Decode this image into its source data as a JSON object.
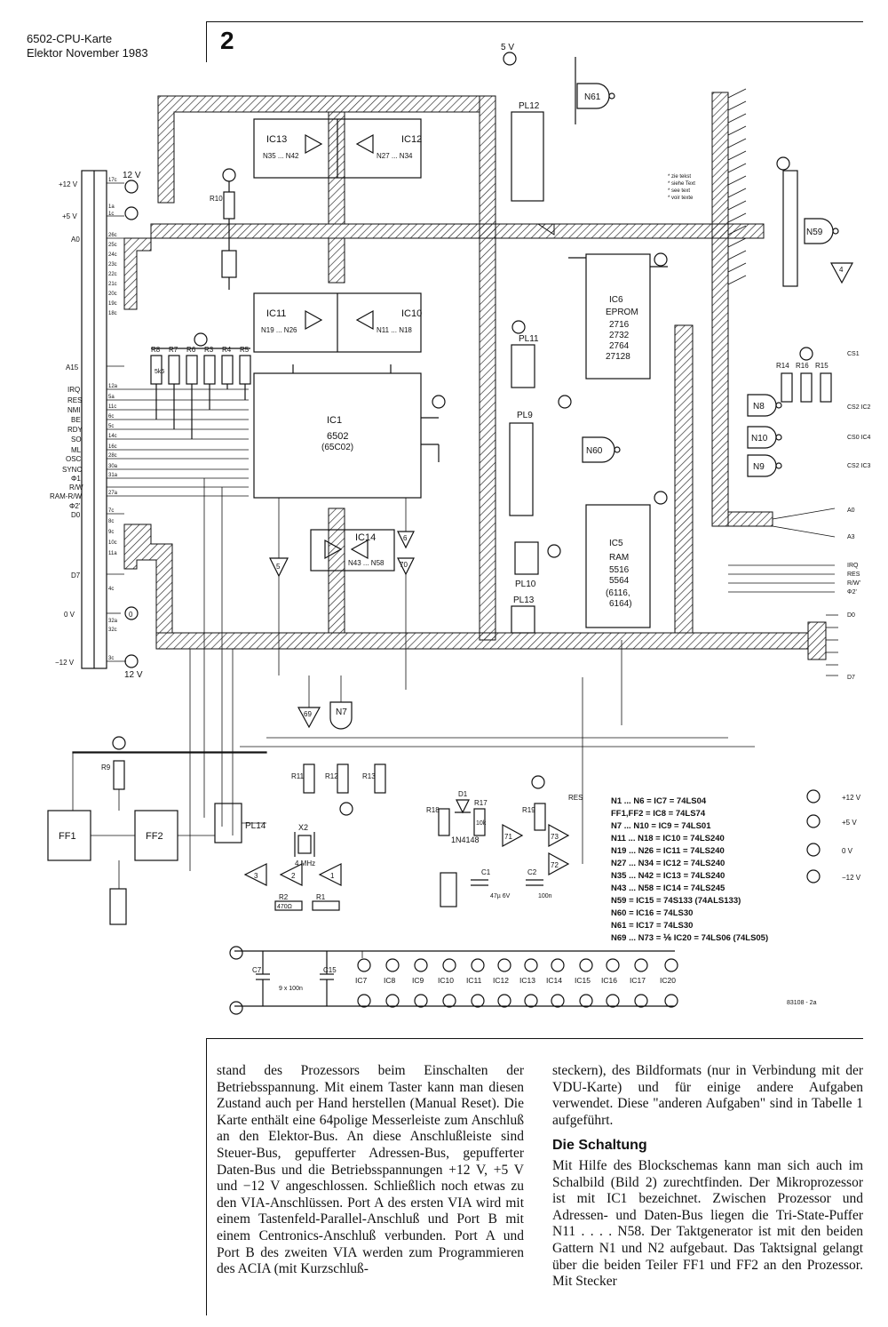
{
  "header": {
    "title": "6502-CPU-Karte",
    "issue": "Elektor November 1983",
    "figure_number": "2"
  },
  "schematic": {
    "chips": {
      "ic13": "IC13",
      "ic12": "IC12",
      "ic11": "IC11",
      "ic10": "IC10",
      "ic1": "IC1",
      "ic1_part": "6502",
      "ic1_alt": "(65C02)",
      "ic14": "IC14",
      "ic6": "IC6",
      "ic6_type": "EPROM",
      "ic6_parts": [
        "2716",
        "2732",
        "2764",
        "27128"
      ],
      "ic5": "IC5",
      "ic5_type": "RAM",
      "ic5_parts": [
        "5516",
        "5564",
        "(6116,",
        "6164)"
      ]
    },
    "gate_ranges": {
      "ic13": "N35 ... N42",
      "ic12": "N27 ... N34",
      "ic11": "N19 ... N26",
      "ic10": "N11 ... N18",
      "ic14": "N43 ... N58"
    },
    "gates": [
      "N61",
      "N59",
      "N8",
      "N10",
      "N9",
      "N60",
      "N7",
      "5",
      "6",
      "70",
      "69",
      "4",
      "71",
      "73",
      "72",
      "1",
      "2",
      "3"
    ],
    "connectors": [
      "PL12",
      "PL11",
      "PL9",
      "PL10",
      "PL13",
      "PL14"
    ],
    "flipflops": [
      "FF1",
      "FF2"
    ],
    "resistors": [
      "R10",
      "R9",
      "R8",
      "R7",
      "R6",
      "R3",
      "R4",
      "R5",
      "R14",
      "R16",
      "R15",
      "R11",
      "R12",
      "R13",
      "R18",
      "R17",
      "R19",
      "R2",
      "R1"
    ],
    "resistor_values": [
      "5k6",
      "470Ω",
      "10k"
    ],
    "misc_parts": {
      "crystal": "X2",
      "crystal_freq": "4 MHz",
      "diode": "D1",
      "diode_part": "1N4148",
      "c1": "C1",
      "c1_value": "47µ 6V",
      "c2": "C2",
      "c2_value": "100n",
      "c7": "C7",
      "c15": "C15",
      "decoupling": "9 x 100n"
    },
    "power": {
      "v5": "5 V",
      "v12p": "12 V",
      "v12n": "12 V",
      "v0": "0",
      "plus12": "+12 V",
      "plus5": "+5 V",
      "zero": "0 V",
      "minus12": "−12 V"
    },
    "bus_left": {
      "power_pins": [
        "+12 V",
        "+5 V"
      ],
      "address_pins": [
        "A0",
        "A15"
      ],
      "control_pins": [
        "IRQ",
        "RES",
        "NMI",
        "BE",
        "RDY",
        "SO",
        "ML",
        "OSC",
        "SYNC",
        "Φ1",
        "R/W",
        "RAM-R/W",
        "Φ2'"
      ],
      "data_pins": [
        "D0",
        "D7"
      ],
      "ground": "0 V",
      "neg": "−12 V",
      "pin_numbers": [
        "17c",
        "1a",
        "1c",
        "26c",
        "25c",
        "24c",
        "23c",
        "22c",
        "21c",
        "20c",
        "19c",
        "18c",
        "12a",
        "5a",
        "11c",
        "6c",
        "5c",
        "14c",
        "16c",
        "28c",
        "30a",
        "31a",
        "27a",
        "7c",
        "8c",
        "9c",
        "10c",
        "11a",
        "4c",
        "32a",
        "32c",
        "3c"
      ]
    },
    "right_outputs": [
      "CS1",
      "CS2 IC2",
      "CS0 IC4",
      "CS2 IC3",
      "A0",
      "A3",
      "IRQ",
      "RES",
      "R/W'",
      "Φ2'",
      "D0",
      "D7"
    ],
    "footnote_legend": [
      "* zie tekst",
      "* siehe Text",
      "* see text",
      "* voir texte"
    ],
    "parts_list": [
      "N1 ... N6 = IC7 = 74LS04",
      "FF1,FF2 = IC8 = 74LS74",
      "N7 ... N10 = IC9 = 74LS01",
      "N11 ... N18 = IC10 = 74LS240",
      "N19 ... N26 = IC11 = 74LS240",
      "N27 ... N34 = IC12 = 74LS240",
      "N35 ... N42 = IC13 = 74LS240",
      "N43 ... N58 = IC14 = 74LS245",
      "N59 = IC15 = 74S133 (74ALS133)",
      "N60 = IC16 = 74LS30",
      "N61 = IC17 = 74LS30",
      "N69 ... N73 = ⅙ IC20 = 74LS06 (74LS05)"
    ],
    "decoupling_ics": [
      "IC7",
      "IC8",
      "IC9",
      "IC10",
      "IC11",
      "IC12",
      "IC13",
      "IC14",
      "IC15",
      "IC16",
      "IC17",
      "IC20"
    ],
    "drawing_number": "83108 - 2a",
    "res_label": "RES"
  },
  "body": {
    "left_paragraph": "stand des Prozessors beim Einschalten der Betriebsspannung. Mit einem Taster kann man diesen Zustand auch per Hand herstellen (Manual Reset). Die Karte enthält eine 64polige Messerleiste zum Anschluß an den Elektor-Bus. An diese Anschlußleiste sind Steuer-Bus, gepufferter Adressen-Bus, gepufferter Daten-Bus und die Betriebsspannungen +12 V, +5 V und −12 V angeschlossen. Schließlich noch etwas zu den VIA-Anschlüssen. Port A des ersten VIA wird mit einem Tastenfeld-Parallel-Anschluß und Port B mit einem Centronics-Anschluß verbunden. Port A und Port B des zweiten VIA werden zum Programmieren des ACIA (mit Kurzschluß-",
    "right_paragraph_1": "steckern), des Bildformats (nur in Verbindung mit der VDU-Karte) und für einige andere Aufgaben verwendet. Diese \"anderen Aufgaben\" sind in Tabelle 1 aufgeführt.",
    "section_heading": "Die Schaltung",
    "right_paragraph_2": "Mit Hilfe des Blockschemas kann man sich auch im Schalbild (Bild 2) zurechtfinden. Der Mikroprozessor ist mit IC1 bezeichnet. Zwischen Prozessor und Adressen- und Daten-Bus liegen die Tri-State-Puffer N11 . . . . N58. Der Taktgenerator ist mit den beiden Gattern N1 und N2 aufgebaut. Das Taktsignal gelangt über die beiden Teiler FF1 und FF2 an den Prozessor. Mit Stecker"
  }
}
